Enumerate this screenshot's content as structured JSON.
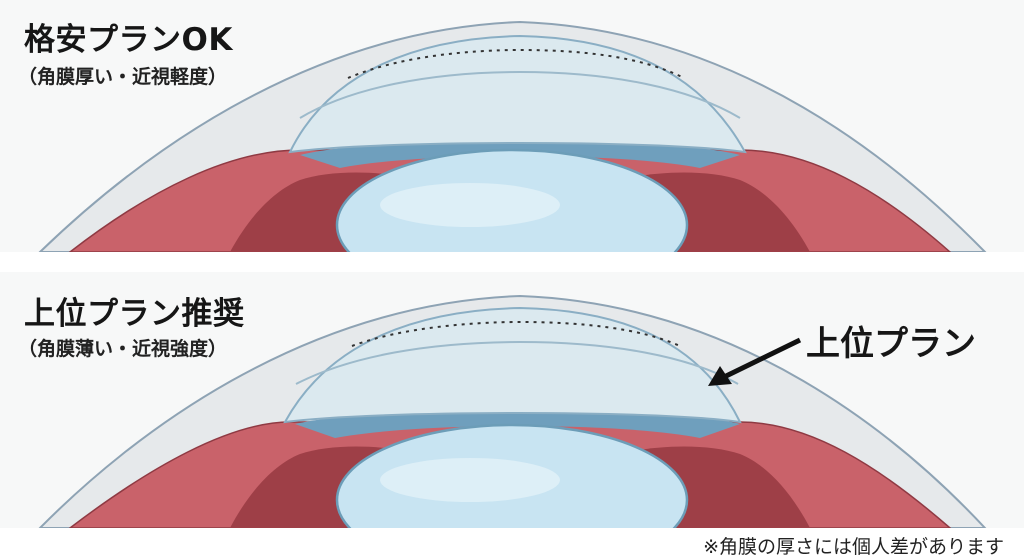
{
  "panels": {
    "top": {
      "heading": "格安プランOK",
      "subheading": "（角膜厚い・近視軽度）"
    },
    "bottom": {
      "heading": "上位プラン推奨",
      "subheading": "（角膜薄い・近視強度）",
      "callout": "上位プラン"
    }
  },
  "footnote": "※角膜の厚さには個人差があります",
  "colors": {
    "cornea": "#dbe9ef",
    "cornea_edge": "#8aaec4",
    "sclera": "#e7eaec",
    "iris": "#c95f66",
    "iris_dark": "#9e3f47",
    "lens": "#c8e4f2",
    "lens_edge": "#6c9db8",
    "posterior": "#6f9fbd"
  }
}
